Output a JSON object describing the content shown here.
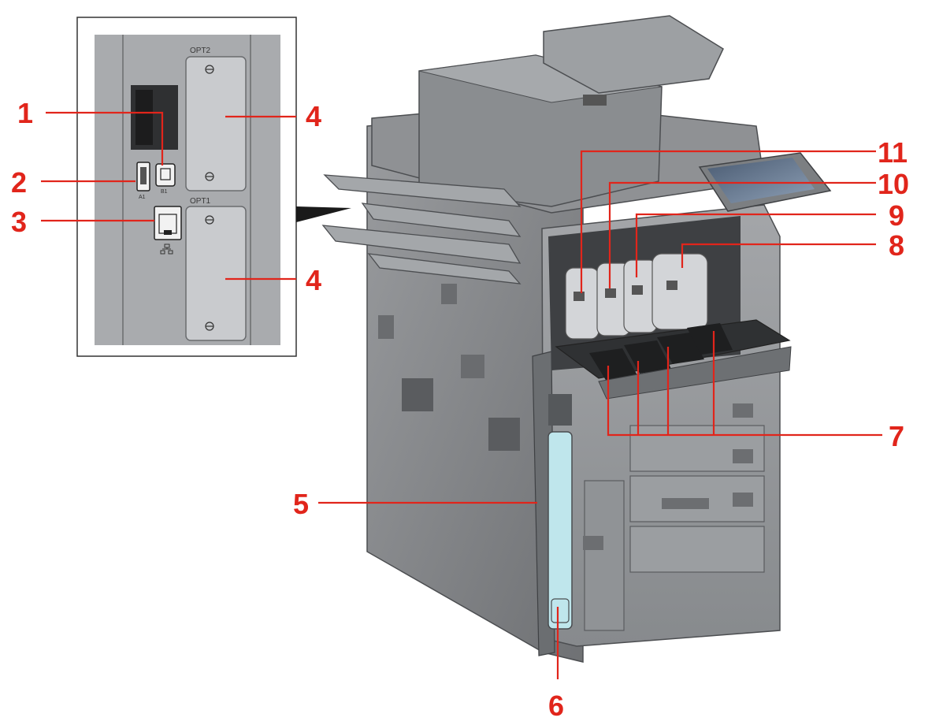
{
  "inset_panel": {
    "slot_top_label": "OPT2",
    "slot_bottom_label": "OPT1",
    "usb_a_mark": "A1",
    "usb_b_mark": "B1"
  },
  "callouts": [
    {
      "id": "c1",
      "label": "1"
    },
    {
      "id": "c2",
      "label": "2"
    },
    {
      "id": "c3",
      "label": "3"
    },
    {
      "id": "c4a",
      "label": "4"
    },
    {
      "id": "c4b",
      "label": "4"
    },
    {
      "id": "c5",
      "label": "5"
    },
    {
      "id": "c6",
      "label": "6"
    },
    {
      "id": "c7",
      "label": "7"
    },
    {
      "id": "c8",
      "label": "8"
    },
    {
      "id": "c9",
      "label": "9"
    },
    {
      "id": "c10",
      "label": "10"
    },
    {
      "id": "c11",
      "label": "11"
    }
  ],
  "colors": {
    "callout": "#e1251b",
    "body": "#8a8c8f",
    "body_dark": "#5f6164",
    "body_light": "#b4b6b9",
    "panel_bg": "#a9abae",
    "waste_box": "#bfe6ec",
    "screen": "#5b6e86"
  }
}
